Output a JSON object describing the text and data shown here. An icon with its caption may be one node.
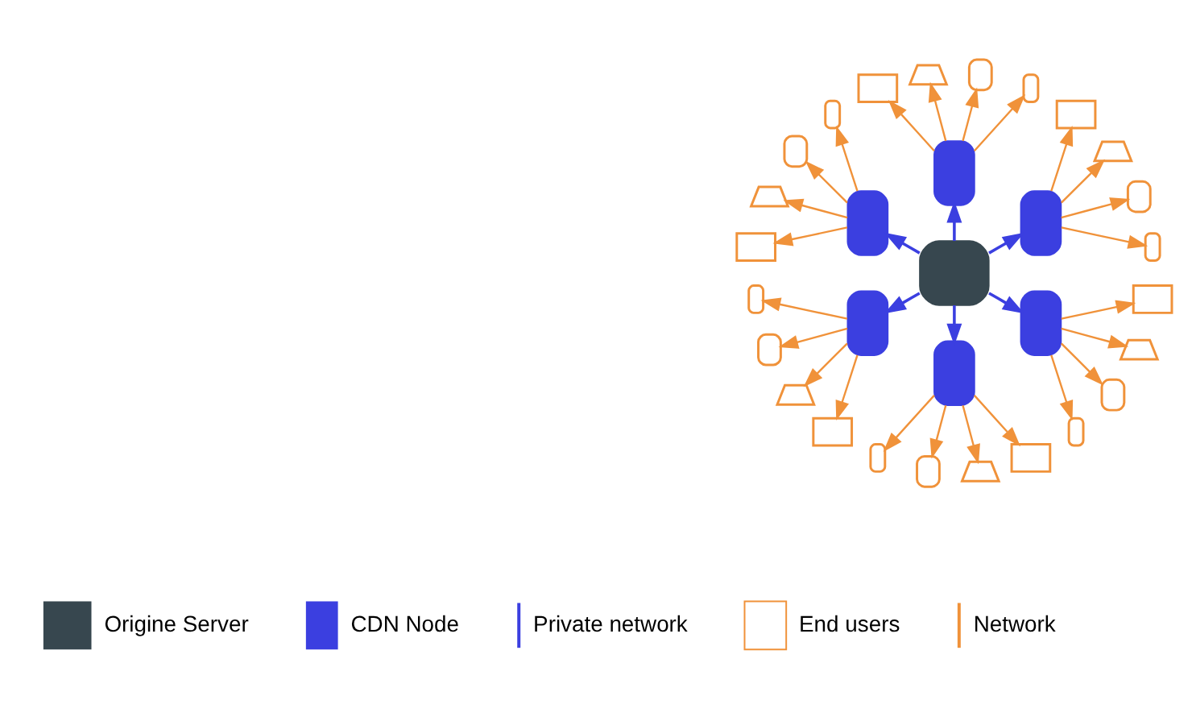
{
  "diagram": {
    "nodes": [
      {
        "text": [],
        "shape": "server"
      },
      {
        "text": [],
        "shape": "server"
      },
      {
        "text": [],
        "shape": "phone"
      },
      {
        "text": [],
        "shape": "tablet"
      },
      {
        "text": [],
        "shape": "laptop"
      },
      {
        "text": [],
        "shape": "monitor"
      },
      {
        "text": [],
        "shape": "server"
      },
      {
        "text": [],
        "shape": "phone"
      },
      {
        "text": [],
        "shape": "tablet"
      },
      {
        "text": [],
        "shape": "laptop"
      },
      {
        "text": [],
        "shape": "monitor"
      },
      {
        "text": [],
        "shape": "server"
      },
      {
        "text": [],
        "shape": "phone"
      },
      {
        "text": [],
        "shape": "tablet"
      },
      {
        "text": [],
        "shape": "laptop"
      },
      {
        "text": [],
        "shape": "monitor"
      },
      {
        "text": [],
        "shape": "server"
      },
      {
        "text": [],
        "shape": "phone"
      },
      {
        "text": [],
        "shape": "tablet"
      },
      {
        "text": [],
        "shape": "laptop"
      },
      {
        "text": [],
        "shape": "monitor"
      },
      {
        "text": [],
        "shape": "server"
      },
      {
        "text": [],
        "shape": "phone"
      },
      {
        "text": [],
        "shape": "tablet"
      },
      {
        "text": [],
        "shape": "laptop"
      },
      {
        "text": [],
        "shape": "monitor"
      },
      {
        "text": [],
        "shape": "server"
      },
      {
        "text": [],
        "shape": "phone"
      },
      {
        "text": [],
        "shape": "tablet"
      },
      {
        "text": [],
        "shape": "laptop"
      },
      {
        "text": [],
        "shape": "monitor"
      }
    ],
    "edges": [
      {
        "from": 0,
        "to": 1,
        "arrow": "to",
        "color": "#3b3fe0"
      },
      {
        "from": 0,
        "to": 6,
        "arrow": "to",
        "color": "#3b3fe0"
      },
      {
        "from": 0,
        "to": 11,
        "arrow": "to",
        "color": "#3b3fe0"
      },
      {
        "from": 0,
        "to": 16,
        "arrow": "to",
        "color": "#3b3fe0"
      },
      {
        "from": 0,
        "to": 21,
        "arrow": "to",
        "color": "#3b3fe0"
      },
      {
        "from": 0,
        "to": 26,
        "arrow": "to",
        "color": "#3b3fe0"
      },
      {
        "from": 1,
        "to": 2,
        "arrow": "to"
      },
      {
        "from": 1,
        "to": 3,
        "arrow": "to"
      },
      {
        "from": 1,
        "to": 4,
        "arrow": "to"
      },
      {
        "from": 1,
        "to": 5,
        "arrow": "to"
      },
      {
        "from": 6,
        "to": 7,
        "arrow": "to"
      },
      {
        "from": 6,
        "to": 8,
        "arrow": "to"
      },
      {
        "from": 6,
        "to": 9,
        "arrow": "to"
      },
      {
        "from": 6,
        "to": 10,
        "arrow": "to"
      },
      {
        "from": 11,
        "to": 12,
        "arrow": "to"
      },
      {
        "from": 11,
        "to": 13,
        "arrow": "to"
      },
      {
        "from": 11,
        "to": 14,
        "arrow": "to"
      },
      {
        "from": 11,
        "to": 15,
        "arrow": "to"
      },
      {
        "from": 16,
        "to": 17,
        "arrow": "to"
      },
      {
        "from": 16,
        "to": 18,
        "arrow": "to"
      },
      {
        "from": 16,
        "to": 19,
        "arrow": "to"
      },
      {
        "from": 16,
        "to": 20,
        "arrow": "to"
      },
      {
        "from": 21,
        "to": 22,
        "arrow": "to"
      },
      {
        "from": 21,
        "to": 23,
        "arrow": "to"
      },
      {
        "from": 21,
        "to": 24,
        "arrow": "to"
      },
      {
        "from": 21,
        "to": 25,
        "arrow": "to"
      },
      {
        "from": 26,
        "to": 27,
        "arrow": "to"
      },
      {
        "from": 26,
        "to": 28,
        "arrow": "to"
      },
      {
        "from": 26,
        "to": 29,
        "arrow": "to"
      },
      {
        "from": 26,
        "to": 30,
        "arrow": "to"
      }
    ],
    "legend": [
      {
        "text": "Origine Server"
      },
      {
        "text": "CDN Node"
      },
      {
        "text": "Private network"
      },
      {
        "text": "End users"
      },
      {
        "text": "Network"
      }
    ]
  }
}
